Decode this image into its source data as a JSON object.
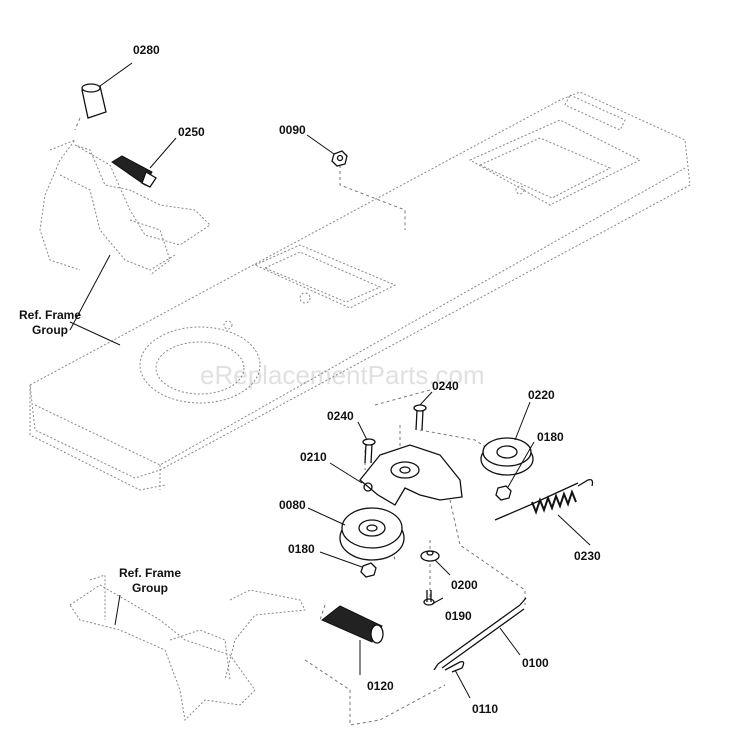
{
  "watermark": "eReplacementParts.com",
  "labels": {
    "p0280": "0280",
    "p0250": "0250",
    "p0090": "0090",
    "ref_frame_1_line1": "Ref. Frame",
    "ref_frame_1_line2": "Group",
    "p0240a": "0240",
    "p0240b": "0240",
    "p0220": "0220",
    "p0210": "0210",
    "p0180a": "0180",
    "p0080": "0080",
    "p0180b": "0180",
    "p0230": "0230",
    "p0200": "0200",
    "ref_frame_2_line1": "Ref. Frame",
    "ref_frame_2_line2": "Group",
    "p0190": "0190",
    "p0100": "0100",
    "p0120": "0120",
    "p0110": "0110"
  }
}
